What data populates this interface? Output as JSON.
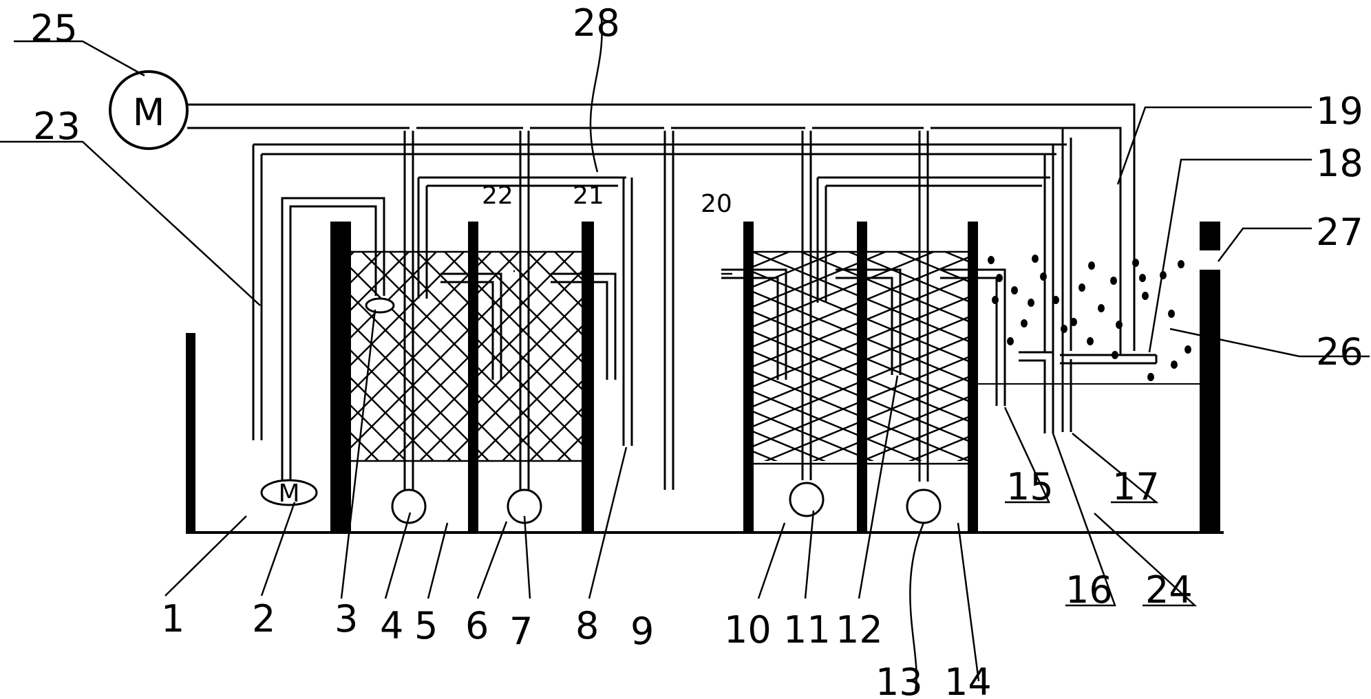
{
  "labels": {
    "n1": "1",
    "n2": "2",
    "n3": "3",
    "n4": "4",
    "n5": "5",
    "n6": "6",
    "n7": "7",
    "n8": "8",
    "n9": "9",
    "n10": "10",
    "n11": "11",
    "n12": "12",
    "n13": "13",
    "n14": "14",
    "n15": "15",
    "n16": "16",
    "n17": "17",
    "n18": "18",
    "n19": "19",
    "n20": "20",
    "n21": "21",
    "n22": "22",
    "n23": "23",
    "n24": "24",
    "n25": "25",
    "n26": "26",
    "n27": "27",
    "n28": "28"
  },
  "motor_main": "M",
  "motor_pump": "M"
}
